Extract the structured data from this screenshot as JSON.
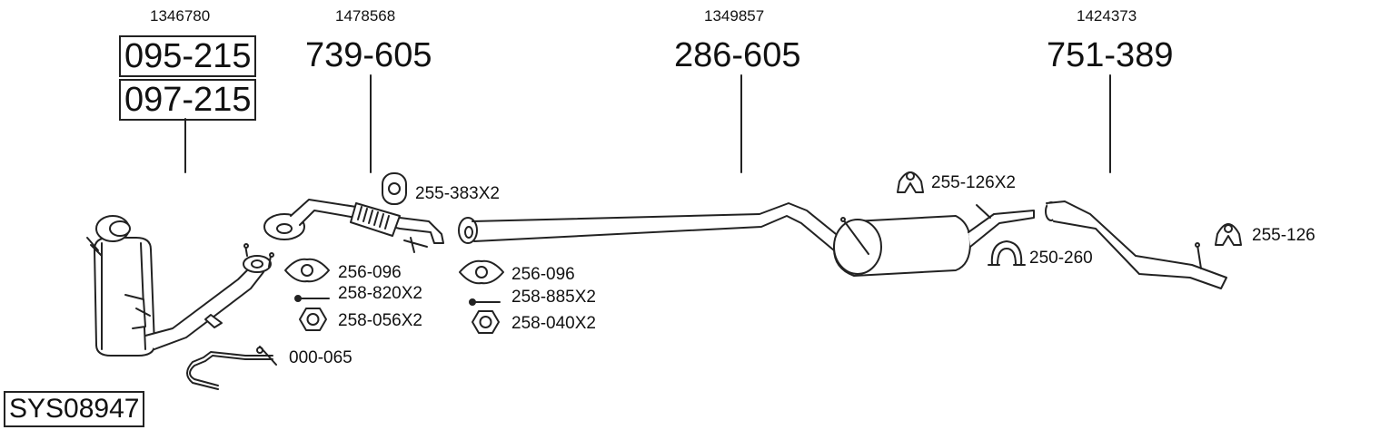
{
  "system_code": "SYS08947",
  "groups": [
    {
      "oe": "1346780",
      "parts": [
        "095-215",
        "097-215"
      ]
    },
    {
      "oe": "1478568",
      "parts": [
        "739-605"
      ]
    },
    {
      "oe": "1349857",
      "parts": [
        "286-605"
      ]
    },
    {
      "oe": "1424373",
      "parts": [
        "751-389"
      ]
    }
  ],
  "accessories": {
    "hanger_front": "255-383X2",
    "gasket_1": "256-096",
    "bolt_1": "258-820X2",
    "nut_1": "258-056X2",
    "gasket_2": "256-096",
    "bolt_2": "258-885X2",
    "nut_2": "258-040X2",
    "sensor_pipe": "000-065",
    "hanger_mid": "255-126X2",
    "clamp": "250-260",
    "hanger_rear": "255-126"
  }
}
